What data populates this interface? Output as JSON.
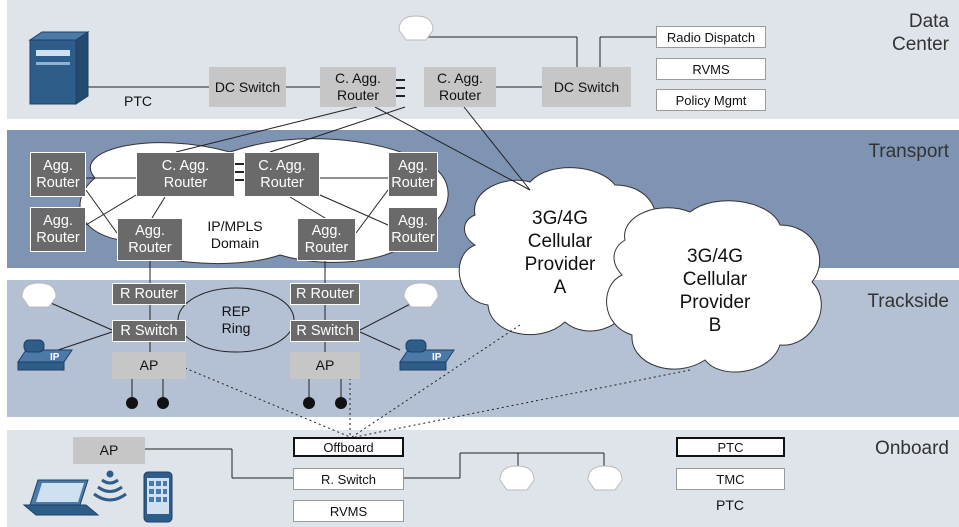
{
  "layers": {
    "data_center": "Data\nCenter",
    "transport": "Transport",
    "trackside": "Trackside",
    "onboard": "Onboard"
  },
  "data_center": {
    "dc_switch_left": "DC Switch",
    "c_agg_router_1": "C. Agg.\nRouter",
    "c_agg_router_2": "C. Agg.\nRouter",
    "dc_switch_right": "DC Switch",
    "ptc_label": "PTC",
    "services": [
      "Radio Dispatch",
      "RVMS",
      "Policy Mgmt"
    ]
  },
  "transport": {
    "agg_routers_left": [
      "Agg.\nRouter",
      "Agg.\nRouter"
    ],
    "agg_routers_right": [
      "Agg.\nRouter",
      "Agg.\nRouter"
    ],
    "c_agg_router_left": "C. Agg.\nRouter",
    "c_agg_router_right": "C. Agg.\nRouter",
    "agg_router_bottom_left": "Agg.\nRouter",
    "agg_router_bottom_right": "Agg.\nRouter",
    "domain_label": "IP/MPLS\nDomain"
  },
  "clouds": {
    "provider_a": "3G/4G\nCellular\nProvider\nA",
    "provider_b": "3G/4G\nCellular\nProvider\nB"
  },
  "trackside": {
    "r_router": "R Router",
    "r_switch": "R Switch",
    "ap": "AP",
    "rep_ring": "REP\nRing"
  },
  "onboard": {
    "ap": "AP",
    "offboard": "Offboard",
    "r_switch": "R. Switch",
    "rvms": "RVMS",
    "ptc_box": "PTC",
    "tmc": "TMC",
    "ptc_label": "PTC"
  },
  "icons": {
    "server": "server-icon",
    "camera": "camera-icon",
    "ip_phone": "ip-phone-icon",
    "laptop": "laptop-icon",
    "mobile": "mobile-phone-icon",
    "wireless": "wireless-icon",
    "antenna": "antenna-icon"
  },
  "colors": {
    "band_dc": "#dfe3ea",
    "band_transport": "#7f93b3",
    "band_trackside": "#b4c0d4",
    "band_onboard": "#dfe3ea",
    "device_dark": "#6a6a6a",
    "device_light": "#c6c6c6",
    "icon_blue": "#2f5d8a"
  }
}
